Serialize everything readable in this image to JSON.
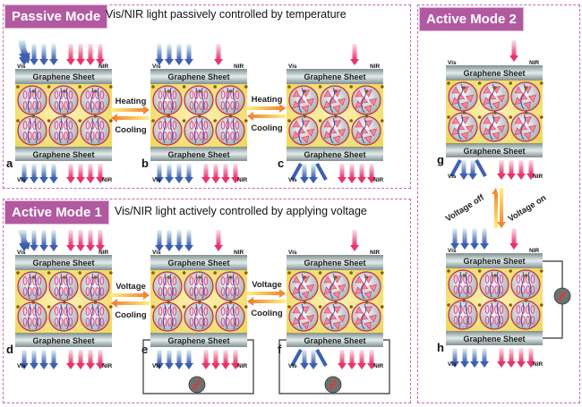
{
  "passive": {
    "label": "Passive Mode",
    "description": "Vis/NIR light passively controlled by temperature"
  },
  "active1": {
    "label": "Active Mode 1",
    "description": "Vis/NIR light actively controlled by applying voltage"
  },
  "active2": {
    "label": "Active Mode 2"
  },
  "sheet_label": "Graphene Sheet",
  "vis_label": "Vis",
  "nir_label": "NIR",
  "transitions": {
    "heating": "Heating",
    "cooling": "Cooling",
    "voltage": "Voltage",
    "voltage_off": "Voltage off",
    "voltage_on": "Voltage on"
  },
  "devices": [
    {
      "letter": "a",
      "state": "ordered",
      "top_vis": 4,
      "top_nir": 4,
      "bottom": "straight",
      "circuit": false
    },
    {
      "letter": "b",
      "state": "ordered",
      "top_vis": 4,
      "top_nir": 1,
      "bottom": "straight",
      "circuit": false
    },
    {
      "letter": "c",
      "state": "scattered",
      "top_vis": "scattered",
      "top_nir": 1,
      "bottom": "scattered",
      "circuit": false
    },
    {
      "letter": "d",
      "state": "ordered",
      "top_vis": 4,
      "top_nir": 4,
      "bottom": "straight",
      "circuit": false
    },
    {
      "letter": "e",
      "state": "ordered",
      "top_vis": 4,
      "top_nir": 1,
      "bottom": "straight",
      "circuit": true
    },
    {
      "letter": "f",
      "state": "scattered",
      "top_vis": "scattered",
      "top_nir": 1,
      "bottom": "scattered",
      "circuit": true
    },
    {
      "letter": "g",
      "state": "scattered",
      "top_vis": "scattered",
      "top_nir": 1,
      "bottom": "scattered",
      "circuit": false
    },
    {
      "letter": "h",
      "state": "ordered",
      "top_vis": 4,
      "top_nir": 1,
      "bottom": "straight",
      "circuit": true
    }
  ],
  "colors": {
    "accent": "#b25aa0",
    "vis": "#3d5fb0",
    "nir": "#e8336b",
    "lc_pink": "#e24a84",
    "matrix": "#f4e27a",
    "heat": "#f08a2a"
  }
}
